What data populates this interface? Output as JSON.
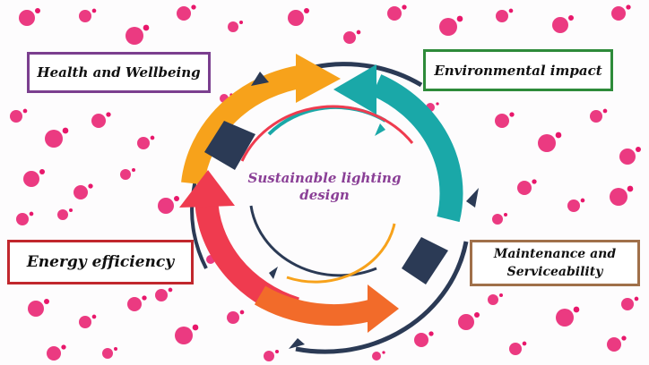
{
  "center_title": "Sustainable lighting\ndesign",
  "labels": {
    "health": "Health and Wellbeing",
    "environment": "Environmental impact",
    "energy": "Energy efficiency",
    "maintenance": "Maintenance and\nServiceability"
  },
  "colors": {
    "health_border": "#7b3f8f",
    "environment_border": "#2e8b3a",
    "energy_border": "#c1272d",
    "maintenance_border": "#a0704a",
    "arrow_orange": "#f7a21b",
    "arrow_teal": "#1aa8a8",
    "arrow_red": "#ef3b4f",
    "arrow_deep_orange": "#f26b2a",
    "arrow_navy": "#2b3a55",
    "splatter_pink": "#e8176b",
    "center_text": "#8a3f96"
  }
}
